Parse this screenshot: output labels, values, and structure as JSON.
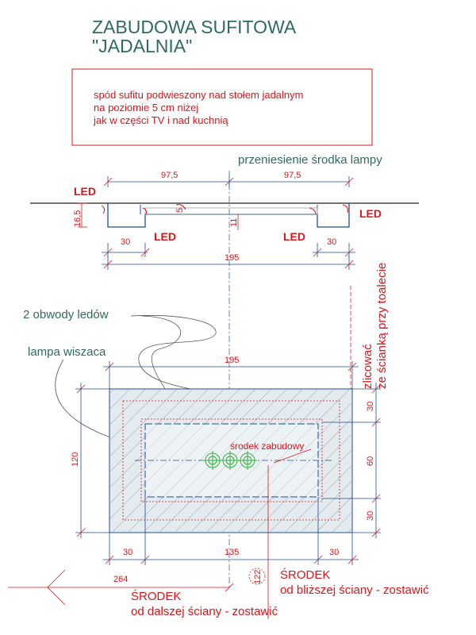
{
  "title": {
    "line1": "ZABUDOWA SUFITOWA",
    "line2": "\"JADALNIA\""
  },
  "note": {
    "line1": "spód sufitu podwieszony nad stołem jadalnym",
    "line2": "na  poziomie 5 cm niżej",
    "line3": "jak w części TV i nad kuchnią"
  },
  "section": {
    "lamp_move": "przeniesienie środka lampy",
    "dim_left_half": "97,5",
    "dim_right_half": "97,5",
    "dim_total": "195",
    "dim_left_30": "30",
    "dim_right_30": "30",
    "dim_height_16_5": "16,5",
    "dim_5": "5",
    "dim_11": "11",
    "led_top_left": "LED",
    "led_right": "LED",
    "led_bottom_left": "LED",
    "led_bottom_right": "LED"
  },
  "plan": {
    "led_circuits": "2 obwody ledów",
    "pendant_lamp": "lampa wiszaca",
    "flush_note_line1": "zlicować",
    "flush_note_line2": "ze ścianką przy toalecie",
    "center_label": "środek zabudowy",
    "dim_top_width": "195",
    "dim_height": "120",
    "dim_right_30_top": "30",
    "dim_right_60": "60",
    "dim_right_30_bottom": "30",
    "dim_bottom_30_left": "30",
    "dim_bottom_135": "135",
    "dim_bottom_30_right": "30"
  },
  "bottom": {
    "dim_264": "264",
    "dim_122": "122",
    "near_wall_title": "ŚRODEK",
    "near_wall_sub": "od bliższej ściany - zostawić",
    "far_wall_title": "ŚRODEK",
    "far_wall_sub": "od dalszej ściany - zostawić"
  },
  "colors": {
    "red": "#d8161b",
    "green": "#2e6b5c",
    "blue": "#1f4f8f",
    "lamp": "#2fb23a",
    "fill": "#e3ebef"
  }
}
